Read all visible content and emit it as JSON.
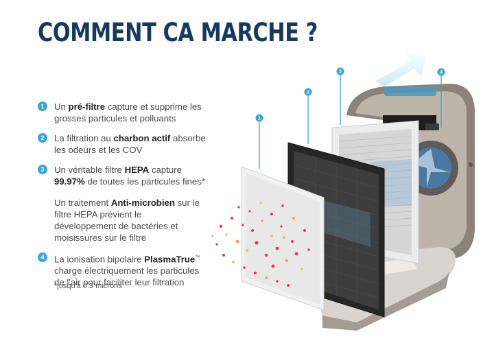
{
  "title": "COMMENT CA MARCHE ?",
  "steps": [
    {
      "number": "1",
      "pre": "Un ",
      "bold": "pré-filtre",
      "post": " capture et supprime les grosses particules et polluants"
    },
    {
      "number": "2",
      "pre": "La filtration au ",
      "bold": "charbon actif",
      "post": " absorbe les odeurs et les COV"
    },
    {
      "number": "3",
      "pre": "Un véritable filtre ",
      "bold": "HEPA",
      "post": " capture ",
      "bold2": "99.97%",
      "post2": " de toutes les particules fines*"
    },
    {
      "pre": "Un traitement ",
      "bold": "Anti-microbien",
      "post": " sur le filtre HEPA prévient le développement de bactéries et moisissures sur le filtre"
    },
    {
      "number": "4",
      "pre": "La ionisation bipolaire ",
      "bold": "PlasmaTrue",
      "sup": "™",
      "post": " charge électriquement les particules de l'air pour faciliter leur filtration"
    }
  ],
  "footnote": "*jusqu'à 0.3 microns",
  "callouts": [
    "1",
    "2",
    "3",
    "4"
  ],
  "colors": {
    "title": "#15395f",
    "accent": "#3aa6d6"
  }
}
